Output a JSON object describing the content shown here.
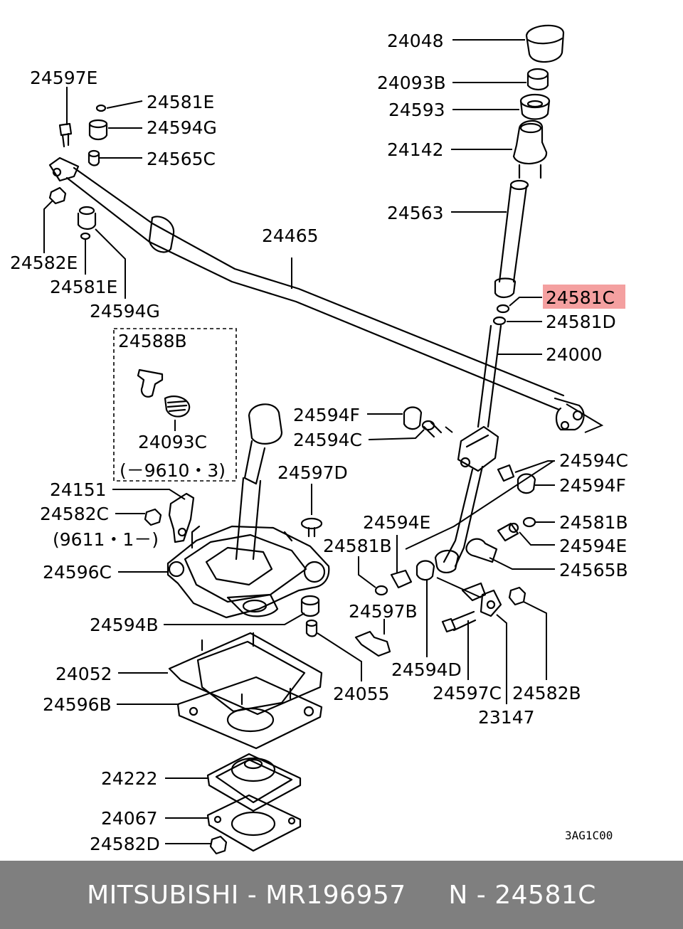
{
  "labels": {
    "p24048": "24048",
    "p24093B": "24093B",
    "p24593": "24593",
    "p24142": "24142",
    "p24563": "24563",
    "p24581C": "24581C",
    "p24581D": "24581D",
    "p24000": "24000",
    "p24597E": "24597E",
    "p24581E_top": "24581E",
    "p24594G_top": "24594G",
    "p24565C": "24565C",
    "p24465": "24465",
    "p24582E": "24582E",
    "p24581E_bot": "24581E",
    "p24594G_bot": "24594G",
    "p24588B": "24588B",
    "p24093C": "24093C",
    "box_date": "(－9610・3)",
    "p24594F_left": "24594F",
    "p24594C_left": "24594C",
    "p24597D": "24597D",
    "p24151": "24151",
    "p24582C": "24582C",
    "date_9611": "(9611・1－)",
    "p24596C": "24596C",
    "p24594C_right": "24594C",
    "p24594F_right": "24594F",
    "p24594E_top": "24594E",
    "p24581B_right": "24581B",
    "p24581B_left": "24581B",
    "p24594E_right": "24594E",
    "p24565B": "24565B",
    "p24597B": "24597B",
    "p24594B": "24594B",
    "p24052": "24052",
    "p24055": "24055",
    "p24594D": "24594D",
    "p24597C": "24597C",
    "p24582B": "24582B",
    "p23147": "23147",
    "p24596B": "24596B",
    "p24222": "24222",
    "p24067": "24067",
    "p24582D": "24582D",
    "diagram_code": "3AG1C00"
  },
  "highlight": {
    "part": "24581C",
    "color": "#f4a0a0"
  },
  "footer": {
    "text": "MITSUBISHI - MR196957     N - 24581C",
    "background": "#7f7f7f",
    "color": "#ffffff"
  }
}
